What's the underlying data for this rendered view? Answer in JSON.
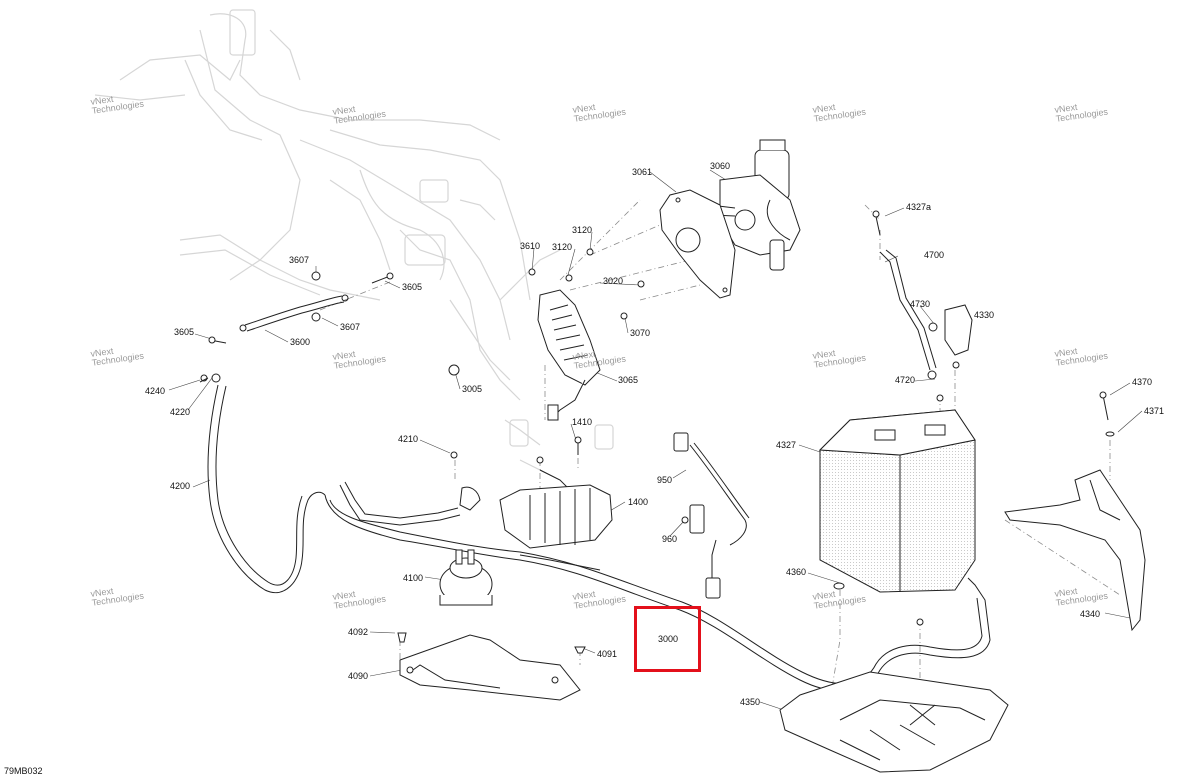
{
  "watermark": {
    "line1": "vNext",
    "line2": "Technologies",
    "big": "vNext Technologies"
  },
  "sheet_id": "79MB032",
  "highlight": {
    "label": "3000",
    "color": "#e3101b"
  },
  "callouts": {
    "c3060": "3060",
    "c3061": "3061",
    "c4327a": "4327a",
    "c3120a": "3120",
    "c3610": "3610",
    "c3120b": "3120",
    "c4700": "4700",
    "c3607a": "3607",
    "c3605a": "3605",
    "c3020": "3020",
    "c3607b": "3607",
    "c4730": "4730",
    "c4330": "4330",
    "c3070": "3070",
    "c3605b": "3605",
    "c3600": "3600",
    "c3065": "3065",
    "c3005": "3005",
    "c4720": "4720",
    "c4240": "4240",
    "c4220": "4220",
    "c4370": "4370",
    "c4371": "4371",
    "c1410": "1410",
    "c4210": "4210",
    "c4327": "4327",
    "c950": "950",
    "c4200": "4200",
    "c1400": "1400",
    "c960": "960",
    "c4100": "4100",
    "c4360": "4360",
    "c4340": "4340",
    "c4092": "4092",
    "c4091": "4091",
    "c4090": "4090",
    "c4350": "4350"
  }
}
